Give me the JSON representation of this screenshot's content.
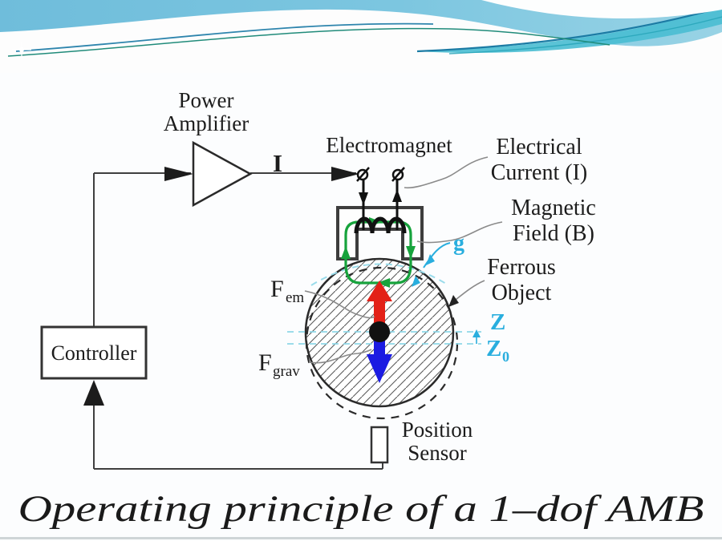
{
  "slide": {
    "caption": "Operating principle of a 1–dof AMB"
  },
  "header": {
    "style": "wavy-blue-banner",
    "colors": {
      "sky_left": "#6fbddb",
      "sky_right": "#98d3e5",
      "ribbon": "#49bcd2",
      "accent_blue": "#2e85ad",
      "accent_teal": "#208b7a",
      "accent_dark": "#1b7ba4"
    }
  },
  "diagram": {
    "colors": {
      "ink": "#1c1c1c",
      "wire": "#3f3f3f",
      "green": "#17a33c",
      "cyan": "#29aede",
      "light_cyan": "#8ed7e8",
      "red": "#e32117",
      "blue": "#1b1be2",
      "leader": "#8a8a8a"
    },
    "labels": {
      "power_amplifier": [
        "Power",
        "Amplifier"
      ],
      "current_symbol": "I",
      "electromagnet": "Electromagnet",
      "electrical_current": [
        "Electrical",
        "Current (I)"
      ],
      "magnetic_field": [
        "Magnetic",
        "Field (B)"
      ],
      "gap_symbol": "g",
      "ferrous_object": [
        "Ferrous",
        "Object"
      ],
      "force_em": {
        "base": "F",
        "sub": "em"
      },
      "force_grav": {
        "base": "F",
        "sub": "grav"
      },
      "z": "Z",
      "z0": {
        "base": "Z",
        "sub": "0"
      },
      "controller": "Controller",
      "position_sensor": [
        "Position",
        "Sensor"
      ]
    }
  }
}
